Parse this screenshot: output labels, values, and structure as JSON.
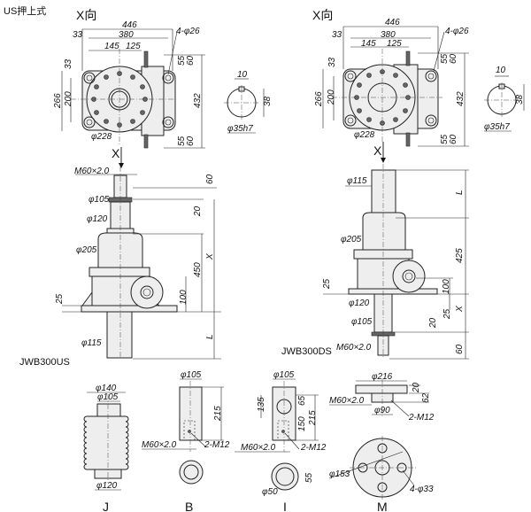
{
  "title": "US押上式",
  "top_views": {
    "left": {
      "view_label": "X向",
      "d446": "446",
      "d380": "380",
      "d33a": "33",
      "d145": "145",
      "d125": "125",
      "d33b": "33",
      "d266": "266",
      "d200": "200",
      "d432": "432",
      "d55a": "55",
      "d60a": "60",
      "d55b": "55",
      "d60b": "60",
      "holes": "4-φ26",
      "dia228": "φ228",
      "x_arrow": "X"
    },
    "right": {
      "view_label": "X向",
      "d446": "446",
      "d380": "380",
      "d33a": "33",
      "d145": "145",
      "d125": "125",
      "d33b": "33",
      "d266": "266",
      "d200": "200",
      "d432": "432",
      "d55a": "55",
      "d60a": "60",
      "d55b": "55",
      "d60b": "60",
      "holes": "4-φ26",
      "dia228": "φ228",
      "x_arrow": "X"
    }
  },
  "shaft_sections": {
    "left": {
      "key_width": "10",
      "height": "38",
      "dia": "φ35h7"
    },
    "right": {
      "key_width": "10",
      "height": "38",
      "dia": "φ35h7"
    }
  },
  "front_views": {
    "us": {
      "model": "JWB300US",
      "thread": "M60×2.0",
      "d60": "60",
      "d105": "φ105",
      "d20": "20",
      "d120": "φ120",
      "d205": "φ205",
      "d450": "450",
      "x": "X",
      "d100": "100",
      "d25": "25",
      "l": "L",
      "d115": "φ115"
    },
    "ds": {
      "model": "JWB300DS",
      "d115": "φ115",
      "l": "L",
      "d205": "φ205",
      "d425": "425",
      "d25a": "25",
      "d100": "100",
      "d120": "φ120",
      "d25b": "25",
      "x": "X",
      "d20": "20",
      "d105": "φ105",
      "thread": "M60×2.0",
      "d60": "60"
    }
  },
  "accessories": {
    "j": {
      "label": "J",
      "d140": "φ140",
      "d105": "φ105",
      "d120": "φ120"
    },
    "b": {
      "label": "B",
      "d105": "φ105",
      "d215": "215",
      "thread": "M60×2.0",
      "bolts": "2-M12"
    },
    "i": {
      "label": "I",
      "d105": "φ105",
      "d135": "135",
      "d65": "65",
      "d150": "150",
      "d215": "215",
      "thread": "M60×2.0",
      "bolts": "2-M12",
      "d55": "55",
      "d50": "φ50"
    },
    "m": {
      "label": "M",
      "d216": "φ216",
      "d20": "20",
      "d62": "62",
      "thread": "M60×2.0",
      "d90": "φ90",
      "bolts": "2-M12",
      "d153": "φ153",
      "holes": "4-φ33"
    }
  }
}
